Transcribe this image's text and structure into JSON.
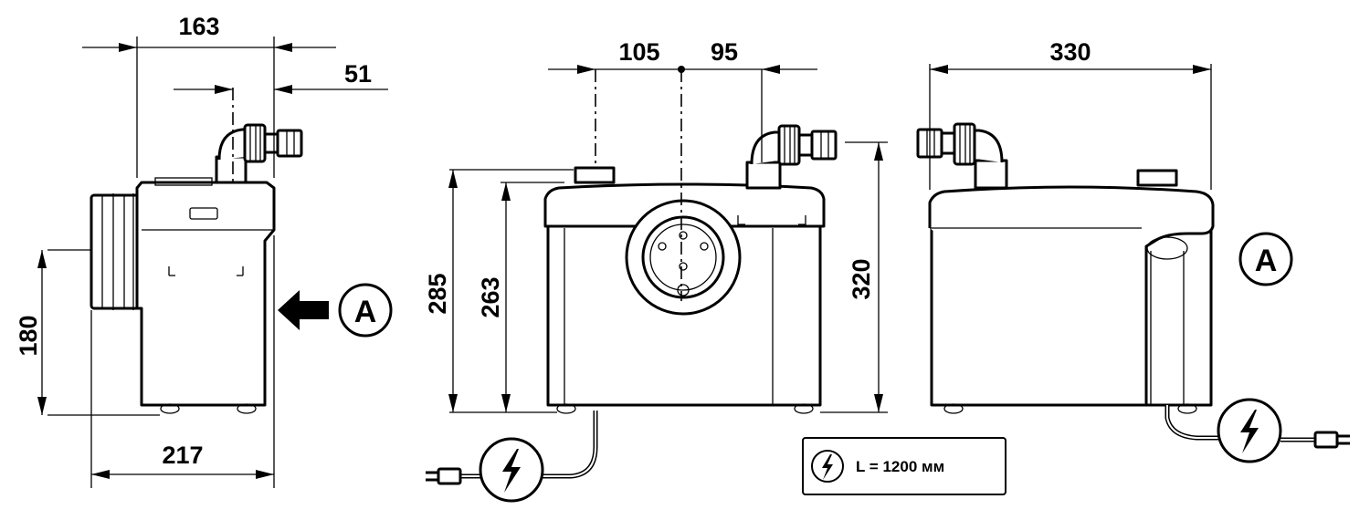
{
  "side_view": {
    "width_top": "163",
    "outlet_offset": "51",
    "inlet_height": "180",
    "depth": "217",
    "view_marker": "A"
  },
  "front_view": {
    "left_offset": "105",
    "right_offset": "95",
    "height_lid": "285",
    "height_body": "263",
    "height_outlet": "320"
  },
  "rear_view": {
    "width": "330",
    "view_marker": "A"
  },
  "legend": {
    "cable_length": "L = 1200 мм"
  },
  "icons": {
    "power": "lightning-bolt-icon",
    "plug": "electric-plug-icon",
    "arrow": "view-direction-arrow"
  }
}
